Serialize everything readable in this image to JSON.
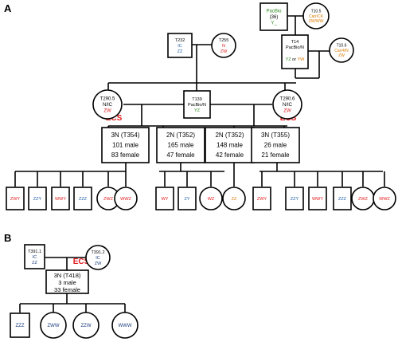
{
  "panel_labels": {
    "a": "A",
    "b": "B"
  },
  "ecs_label": "ECS",
  "colors": {
    "black": "#000000",
    "red": "#e31a1c",
    "blue": "#1f5fa8",
    "green": "#2e8b1f",
    "orange": "#d97a00",
    "navy": "#1a3d7c"
  },
  "panel_a": {
    "top_square": {
      "lines": [
        {
          "t": "PacBio",
          "c": "green"
        },
        {
          "t": "(36)",
          "c": "black"
        },
        {
          "t": "Y_",
          "c": "green"
        }
      ]
    },
    "top_circle": {
      "lines": [
        {
          "t": "T10.5",
          "c": "black"
        },
        {
          "t": "Carr/CK",
          "c": "orange"
        },
        {
          "t": "ZW/WW",
          "c": "orange"
        }
      ]
    },
    "t232": {
      "lines": [
        {
          "t": "T232",
          "c": "black"
        },
        {
          "t": "IC",
          "c": "blue"
        },
        {
          "t": "ZZ",
          "c": "blue"
        }
      ]
    },
    "t255": {
      "lines": [
        {
          "t": "T255",
          "c": "black"
        },
        {
          "t": "N",
          "c": "red"
        },
        {
          "t": "ZW",
          "c": "red"
        }
      ]
    },
    "t14": {
      "lines": [
        {
          "t": "T14",
          "c": "black"
        },
        {
          "t": "PacBio/N",
          "c": "black"
        }
      ],
      "genotype": {
        "pre": "YZ",
        "mid": " or ",
        "post": "YW"
      }
    },
    "t10_6": {
      "lines": [
        {
          "t": "T10.6",
          "c": "black"
        },
        {
          "t": "Carr4/N",
          "c": "orange"
        },
        {
          "t": "ZW",
          "c": "orange"
        }
      ]
    },
    "t290_5": {
      "lines": [
        {
          "t": "T290.5",
          "c": "black"
        },
        {
          "t": "N/IC",
          "c": "black"
        },
        {
          "t": "ZW",
          "c": "red"
        }
      ]
    },
    "t139": {
      "lines": [
        {
          "t": "T139",
          "c": "black"
        },
        {
          "t": "PacBio/N",
          "c": "black"
        },
        {
          "t": "YZ",
          "c": "green"
        }
      ]
    },
    "t290_6": {
      "lines": [
        {
          "t": "T290.6",
          "c": "black"
        },
        {
          "t": "N/IC",
          "c": "black"
        },
        {
          "t": "ZW",
          "c": "red"
        }
      ]
    },
    "cross_boxes": [
      {
        "lines": [
          "3N (T354)",
          "101 male",
          "83 female"
        ]
      },
      {
        "lines": [
          "2N (T352)",
          "165 male",
          "47 female"
        ]
      },
      {
        "lines": [
          "2N (T352)",
          "148 male",
          "42 female"
        ]
      },
      {
        "lines": [
          "3N (T355)",
          "26 male",
          "21 female"
        ]
      }
    ],
    "offspring": [
      {
        "t": "ZWY",
        "c": "red"
      },
      {
        "t": "ZZY",
        "c": "blue"
      },
      {
        "t": "WWY",
        "c": "red"
      },
      {
        "t": "ZZZ",
        "c": "blue"
      },
      {
        "t": "ZWZ",
        "c": "red"
      },
      {
        "t": "WWZ",
        "c": "red"
      },
      {
        "t": "WY",
        "c": "red"
      },
      {
        "t": "ZY",
        "c": "blue"
      },
      {
        "t": "WZ",
        "c": "red"
      },
      {
        "t": "ZZ",
        "c": "orange"
      },
      {
        "t": "ZWY",
        "c": "red"
      },
      {
        "t": "ZZY",
        "c": "blue"
      },
      {
        "t": "WWY",
        "c": "red"
      },
      {
        "t": "ZZZ",
        "c": "blue"
      },
      {
        "t": "ZWZ",
        "c": "red"
      },
      {
        "t": "WWZ",
        "c": "red"
      }
    ]
  },
  "panel_b": {
    "t391_1": {
      "lines": [
        {
          "t": "T391.1",
          "c": "black"
        },
        {
          "t": "IC",
          "c": "navy"
        },
        {
          "t": "ZZ",
          "c": "navy"
        }
      ]
    },
    "t391_2": {
      "lines": [
        {
          "t": "T391.2",
          "c": "black"
        },
        {
          "t": "IC",
          "c": "navy"
        },
        {
          "t": "ZW",
          "c": "navy"
        }
      ]
    },
    "cross_box": {
      "lines": [
        "3N (T418)",
        "3 male",
        "33 female"
      ]
    },
    "offspring": [
      {
        "t": "ZZZ",
        "c": "navy"
      },
      {
        "t": "ZWW",
        "c": "navy"
      },
      {
        "t": "ZZW",
        "c": "navy"
      },
      {
        "t": "WWW",
        "c": "navy"
      }
    ]
  }
}
